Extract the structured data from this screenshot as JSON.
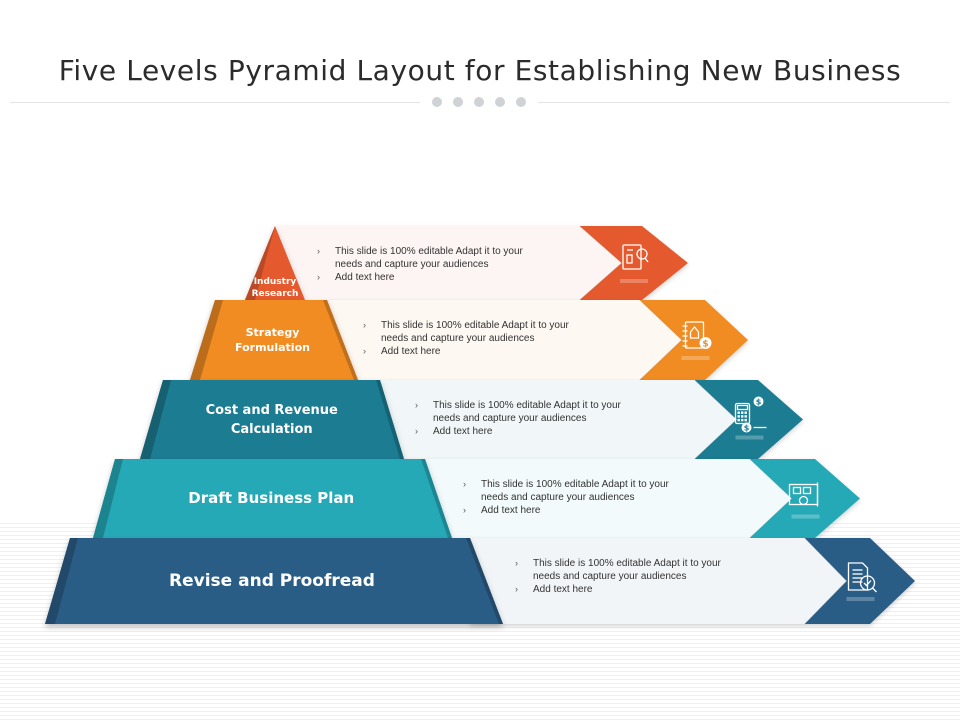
{
  "title": "Five Levels Pyramid Layout for Establishing New Business",
  "levels": [
    {
      "label_lines": [
        "Industry",
        "Research"
      ],
      "bullet1_line1": "This slide is 100% editable Adapt it to your",
      "bullet1_line2": "needs and capture your audiences",
      "bullet2": "Add text here",
      "color": "#e45a2f",
      "icon": "research-report-icon"
    },
    {
      "label_lines": [
        "Strategy",
        "Formulation"
      ],
      "bullet1_line1": "This slide is 100% editable Adapt it to your",
      "bullet1_line2": "needs and capture your audiences",
      "bullet2": "Add text here",
      "color": "#f08c22",
      "icon": "strategy-notebook-icon"
    },
    {
      "label_lines": [
        "Cost and Revenue",
        "Calculation"
      ],
      "bullet1_line1": "This slide is 100% editable Adapt it to your",
      "bullet1_line2": "needs and capture your audiences",
      "bullet2": "Add text here",
      "color": "#1b7b92",
      "icon": "calculator-icon"
    },
    {
      "label_lines": [
        "Draft Business Plan"
      ],
      "bullet1_line1": "This slide is 100% editable Adapt it to your",
      "bullet1_line2": "needs and capture your audiences",
      "bullet2": "Add text here",
      "color": "#27a9b6",
      "icon": "business-plan-board-icon"
    },
    {
      "label_lines": [
        "Revise and Proofread"
      ],
      "bullet1_line1": "This slide is 100% editable Adapt it to your",
      "bullet1_line2": "needs and capture your audiences",
      "bullet2": "Add text here",
      "color": "#2a5d86",
      "icon": "document-check-icon"
    }
  ]
}
